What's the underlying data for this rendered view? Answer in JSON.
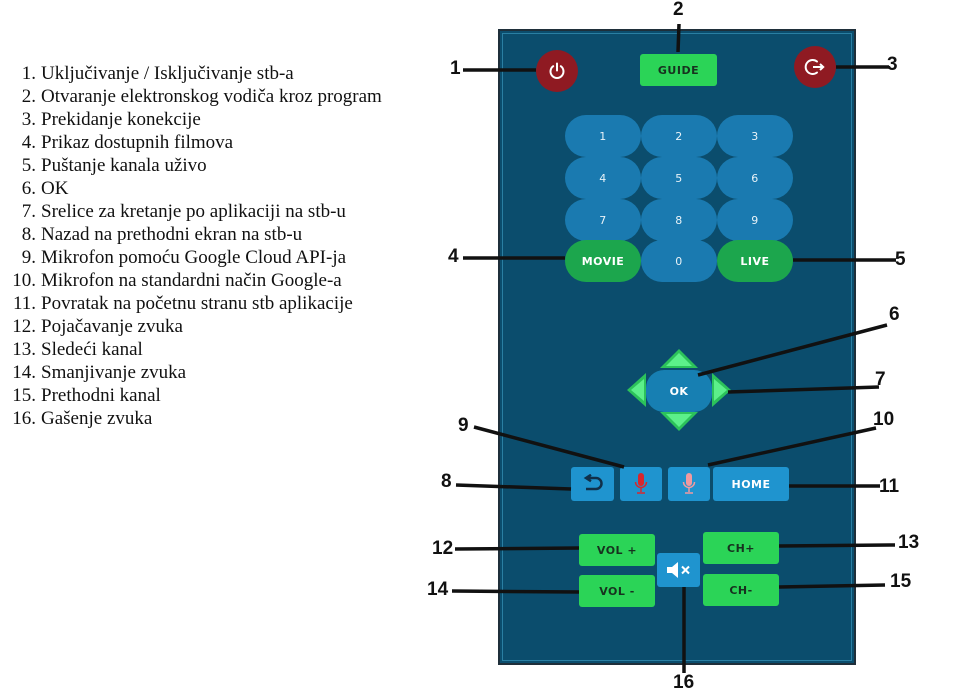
{
  "legend": [
    {
      "num": "1.",
      "text": "Uključivanje / Isključivanje stb-a"
    },
    {
      "num": "2.",
      "text": "Otvaranje elektronskog vodiča kroz program"
    },
    {
      "num": "3.",
      "text": "Prekidanje konekcije"
    },
    {
      "num": "4.",
      "text": "Prikaz dostupnih filmova"
    },
    {
      "num": "5.",
      "text": "Puštanje kanala uživo"
    },
    {
      "num": "6.",
      "text": "OK"
    },
    {
      "num": "7.",
      "text": "Srelice za kretanje po aplikaciji na stb-u"
    },
    {
      "num": "8.",
      "text": "Nazad na prethodni ekran na stb-u"
    },
    {
      "num": "9.",
      "text": "Mikrofon pomoću Google Cloud API-ja"
    },
    {
      "num": "10.",
      "text": "Mikrofon na standardni način Google-a"
    },
    {
      "num": "11.",
      "text": "Povratak na početnu stranu stb aplikacije"
    },
    {
      "num": "12.",
      "text": "Pojačavanje zvuka"
    },
    {
      "num": "13.",
      "text": "Sledeći kanal"
    },
    {
      "num": "14.",
      "text": "Smanjivanje zvuka"
    },
    {
      "num": "15.",
      "text": "Prethodni kanal"
    },
    {
      "num": "16.",
      "text": "Gašenje zvuka"
    }
  ],
  "remote": {
    "guide": "GUIDE",
    "keys": [
      "1",
      "2",
      "3",
      "4",
      "5",
      "6",
      "7",
      "8",
      "9",
      "0"
    ],
    "movie": "MOVIE",
    "live": "LIVE",
    "ok": "OK",
    "home": "HOME",
    "vol_up": "VOL +",
    "vol_down": "VOL -",
    "ch_up": "CH+",
    "ch_down": "CH-"
  },
  "callouts": [
    "1",
    "2",
    "3",
    "4",
    "5",
    "6",
    "7",
    "8",
    "9",
    "10",
    "11",
    "12",
    "13",
    "14",
    "15",
    "16"
  ],
  "colors": {
    "remote_bg": "#0b4d6d",
    "power_red": "#8f1a22",
    "accent_green": "#2bd457",
    "key_blue": "#1a7ab0",
    "button_blue": "#1f94cf"
  },
  "icons": [
    "power-icon",
    "logout-icon",
    "back-arrow-icon",
    "microphone-icon",
    "mute-icon",
    "arrow-up-icon",
    "arrow-down-icon",
    "arrow-left-icon",
    "arrow-right-icon"
  ]
}
